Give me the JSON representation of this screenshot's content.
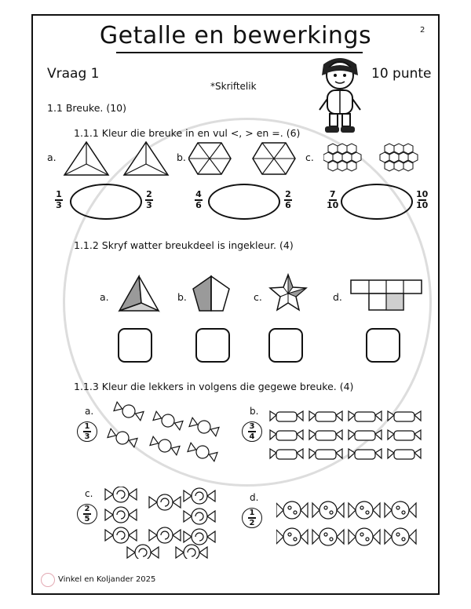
{
  "page": {
    "number": "2",
    "title": "Getalle en bewerkings"
  },
  "question": {
    "label": "Vraag 1",
    "points": "10 punte",
    "note": "*Skriftelik"
  },
  "s1": {
    "heading": "1.1 Breuke. (10)"
  },
  "s111": {
    "heading": "1.1.1  Kleur die breuke in en vul <, > en =. (6)",
    "items": [
      {
        "letter": "a.",
        "left": {
          "num": "1",
          "den": "3"
        },
        "right": {
          "num": "2",
          "den": "3"
        }
      },
      {
        "letter": "b.",
        "left": {
          "num": "4",
          "den": "6"
        },
        "right": {
          "num": "2",
          "den": "6"
        }
      },
      {
        "letter": "c.",
        "left": {
          "num": "7",
          "den": "10"
        },
        "right": {
          "num": "10",
          "den": "10"
        }
      }
    ]
  },
  "s112": {
    "heading": "1.1.2 Skryf watter breukdeel is ingekleur. (4)",
    "letters": [
      "a.",
      "b.",
      "c.",
      "d."
    ]
  },
  "s113": {
    "heading": "1.1.3 Kleur die lekkers in volgens die gegewe breuke. (4)",
    "items": [
      {
        "letter": "a.",
        "num": "1",
        "den": "3"
      },
      {
        "letter": "b.",
        "num": "3",
        "den": "4"
      },
      {
        "letter": "c.",
        "num": "2",
        "den": "5"
      },
      {
        "letter": "d.",
        "num": "1",
        "den": "2"
      }
    ]
  },
  "footer": {
    "credit": "Vinkel en Koljander 2025"
  },
  "colors": {
    "ink": "#111111",
    "shade": "#9a9a9a",
    "light_shade": "#cfcfcf"
  },
  "icons": [
    "boy-clipart-icon",
    "triangle-fraction-icon",
    "hexagon-fraction-icon",
    "honeycomb-icon",
    "pyramid-icon",
    "pentagon-icon",
    "star-icon",
    "rectangle-grid-icon",
    "candy-icon",
    "logo-icon"
  ]
}
